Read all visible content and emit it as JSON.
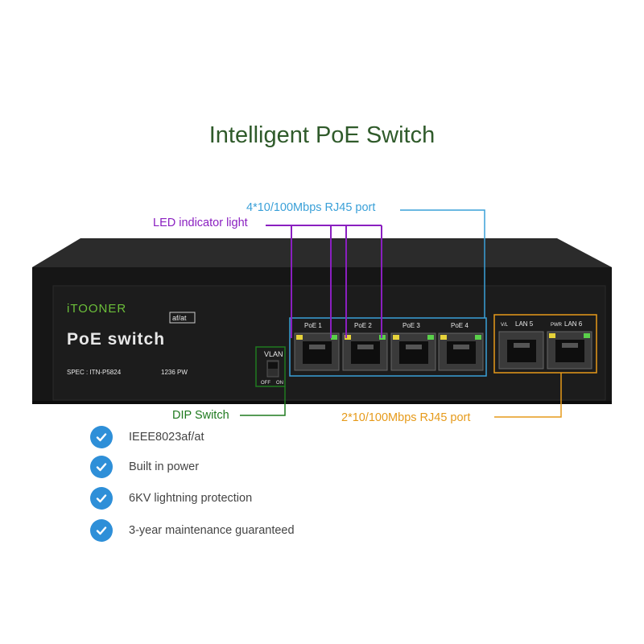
{
  "title": "Intelligent PoE Switch",
  "callouts": {
    "ports4": "4*10/100Mbps RJ45 port",
    "led": "LED indicator light",
    "dip": "DIP Switch",
    "ports2": "2*10/100Mbps RJ45 port"
  },
  "device": {
    "brand": "iTOONER",
    "badge": "af/at",
    "name": "PoE switch",
    "spec": "SPEC : ITN-P5824",
    "power": "1236 PW",
    "vlan": "VLAN",
    "off": "OFF",
    "on": "ON",
    "poe_ports": [
      "PoE 1",
      "PoE 2",
      "PoE 3",
      "PoE 4"
    ],
    "vl": "V/L",
    "lan5": "LAN 5",
    "pwr": "PWR",
    "lan6": "LAN 6"
  },
  "features": [
    "IEEE8023af/at",
    "Built in power",
    "6KV lightning protection",
    "3-year maintenance guaranteed"
  ],
  "colors": {
    "title": "#2f5a2a",
    "ports4": "#3aa0d8",
    "led": "#8a1fc0",
    "dip": "#1f7a1f",
    "ports2": "#e69a1a",
    "check": "#2e8fd8"
  }
}
